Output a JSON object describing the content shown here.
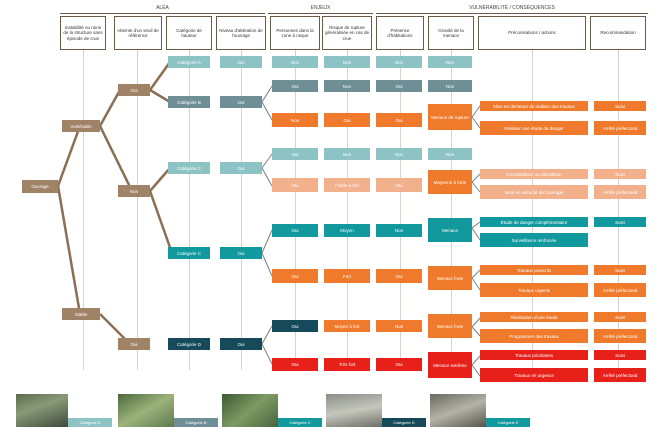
{
  "groups": [
    "ALÉA",
    "ENJEUX",
    "VULNÉRABILITÉ / CONSÉQUENCES"
  ],
  "headers": [
    "Instabilité ou ruine de la structure sans épisode de crue",
    "Atteinte d'un seuil de référence",
    "Catégorie de hauteur",
    "Niveau d'altération de l'ouvrage",
    "Personnes dans la zone à risque",
    "Risque de rupture généralisée en cas de crue",
    "Présence d'habitations",
    "Gravité de la menace",
    "Préconisations / actions",
    "Recommandation"
  ],
  "nodes": {
    "root": "Ouvrage",
    "l1a": "Vulnérable",
    "l1b": "Stable",
    "n2a": "Oui",
    "n2b": "Non",
    "n2c": "Oui",
    "cat_a": "Catégorie A",
    "cat_b": "Catégorie B",
    "cat_c": "Catégorie C",
    "cat_d": "Catégorie D",
    "alt": [
      "Oui",
      "Oui",
      "Oui",
      "Oui",
      "Oui"
    ],
    "pers": [
      "Non",
      "Oui",
      "Non",
      "Oui",
      "Oui",
      "Oui",
      "Oui",
      "Oui"
    ],
    "risk": [
      "Non",
      "Non",
      "Oui",
      "Non",
      "Faible à fort",
      "Moyen",
      "Fort",
      "Moyen à fort",
      "Très fort"
    ],
    "hab": [
      "Non",
      "Oui",
      "Oui",
      "Non",
      "Oui",
      "Non",
      "Oui",
      "Non",
      "Oui"
    ],
    "grav": [
      "Non",
      "Non",
      "Menace de rupture",
      "Non",
      "Moyenne à forte",
      "Menace",
      "Menace forte",
      "Menace forte",
      "Menace extrême"
    ],
    "act": [
      "Mise en demeure de réaliser des travaux",
      "Réaliser une étude de danger",
      "Consolidation ou démolition",
      "Mise en sécurité de l'ouvrage",
      "Étude de danger complémentaire",
      "Surveillance renforcée",
      "Travaux prescrits",
      "Travaux urgents",
      "Réalisation d'une étude",
      "Programmer des travaux",
      "Travaux prioritaires",
      "Travaux en urgence"
    ],
    "rec": [
      "Suivi",
      "Arrêté préfectoral",
      "Suivi",
      "Arrêté préfectoral",
      "Suivi",
      "Arrêté préfectoral",
      "Suivi",
      "Arrêté préfectoral",
      "Suivi",
      "Arrêté préfectoral"
    ]
  },
  "photos": [
    "Catégorie A",
    "Catégorie B",
    "Catégorie C",
    "Catégorie D",
    "Catégorie E"
  ],
  "colors": {
    "brown": "#a08266",
    "teal": "#11999e",
    "orange": "#f07a2c",
    "red": "#e8201a",
    "navy": "#164a5a"
  }
}
